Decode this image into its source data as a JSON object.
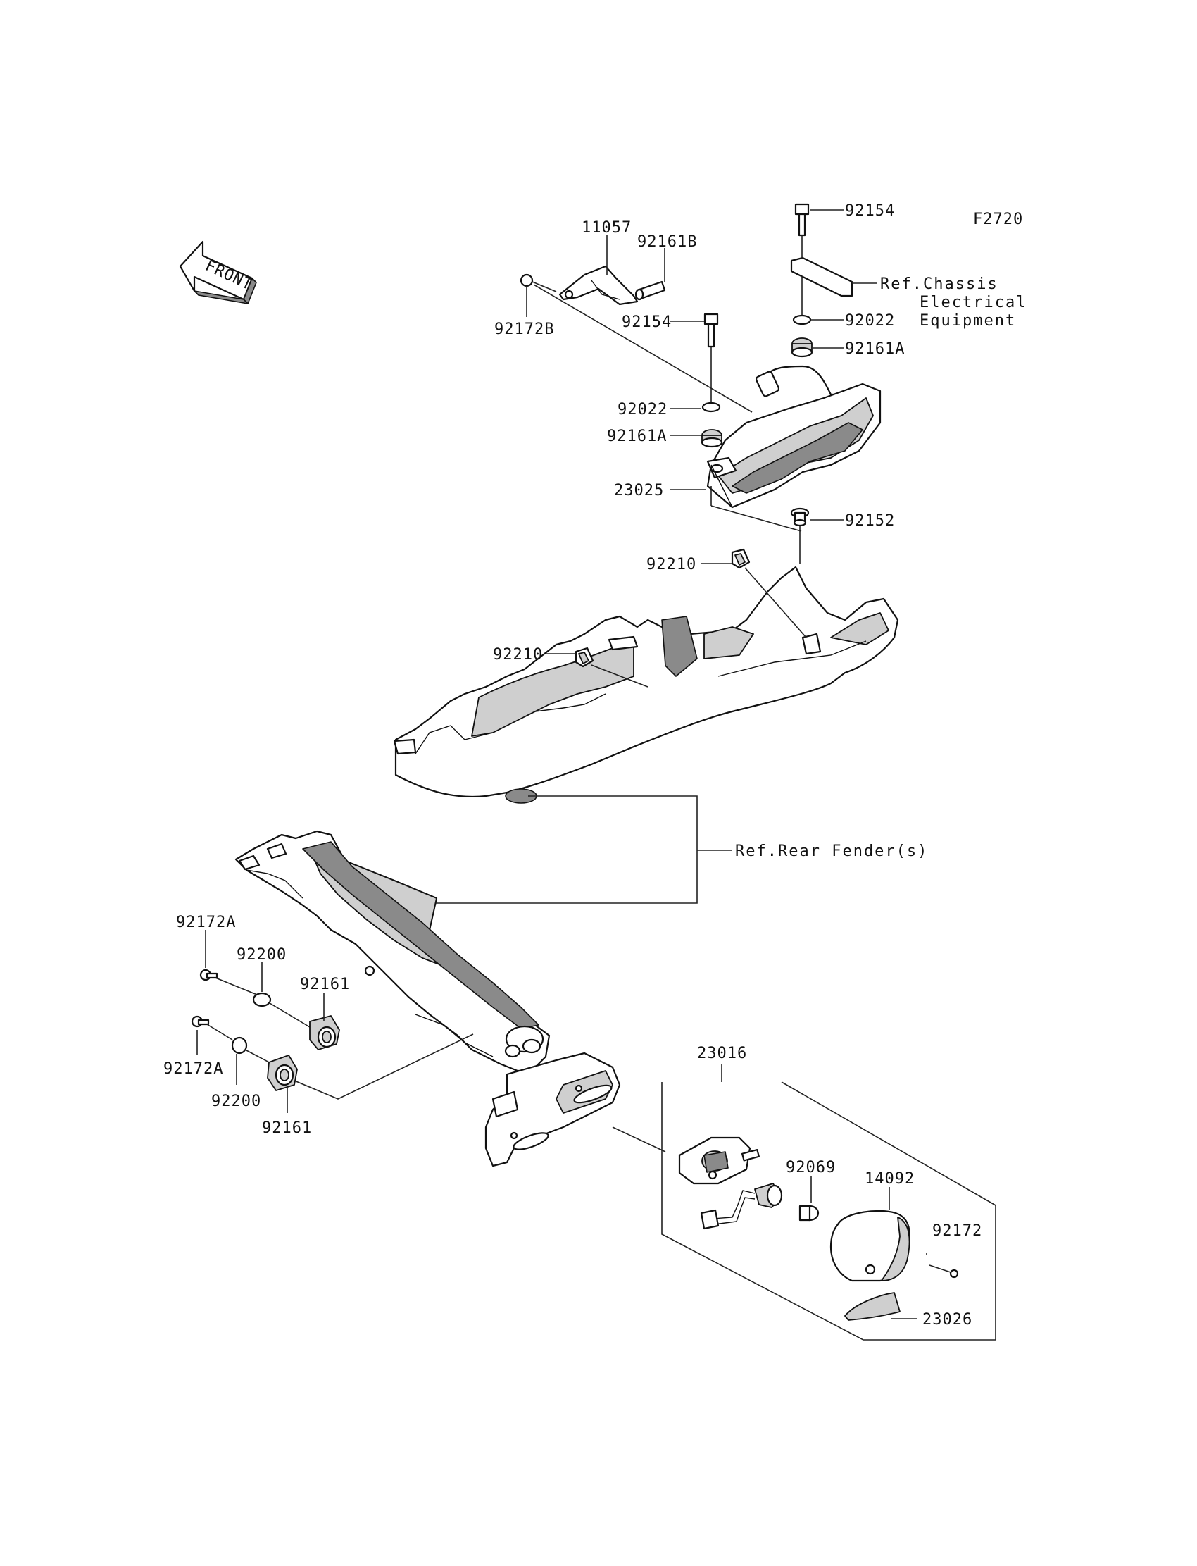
{
  "figure_code": "F2720",
  "front_label": "FRONT",
  "labels": {
    "p11057": "11057",
    "p92161B": "92161B",
    "p92172B": "92172B",
    "p92154_top": "92154",
    "p92154_mid": "92154",
    "p92022_right": "92022",
    "p92161A_right": "92161A",
    "p92022_left": "92022",
    "p92161A_left": "92161A",
    "p23025": "23025",
    "p92152": "92152",
    "p92210_upper": "92210",
    "p92210_lower": "92210",
    "p92172A_upper": "92172A",
    "p92200_upper": "92200",
    "p92161_upper": "92161",
    "p92172A_lower": "92172A",
    "p92200_lower": "92200",
    "p92161_lower": "92161",
    "p23016": "23016",
    "p92069": "92069",
    "p14092": "14092",
    "p92172": "92172",
    "p23026": "23026"
  },
  "references": {
    "chassis_line1": "Ref.Chassis",
    "chassis_line2": "Electrical",
    "chassis_line3": "Equipment",
    "rear_fender": "Ref.Rear Fender(s)"
  }
}
